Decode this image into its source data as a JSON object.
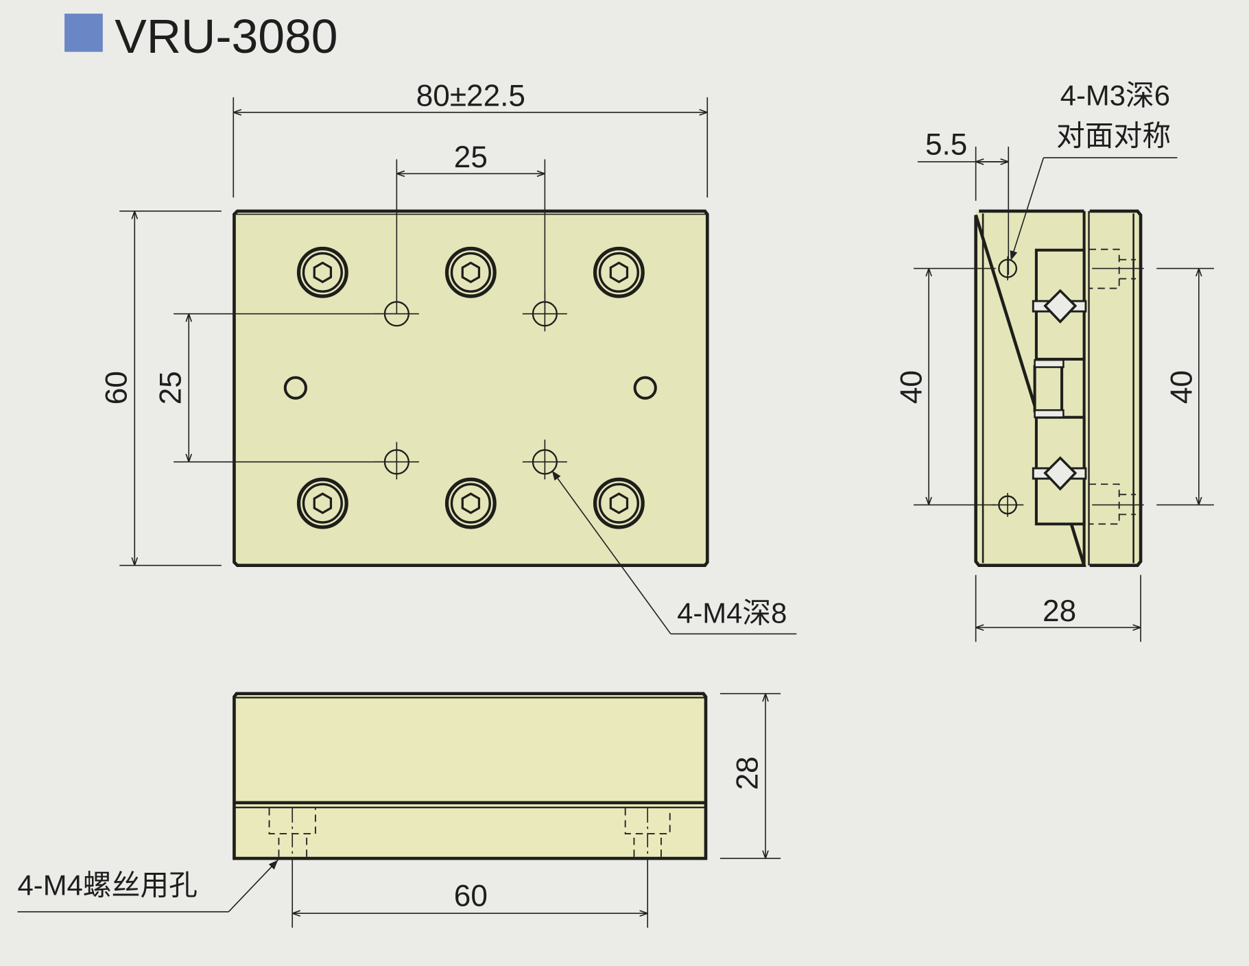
{
  "header": {
    "title": "VRU-3080",
    "marker_color": "#6A86C4"
  },
  "colors": {
    "background": "#EBEBE8",
    "part_face": "#E4E6BA",
    "part_face_light": "#E9E9BC",
    "line": "#1E1E1A"
  },
  "top_view": {
    "dim_width": "80±22.5",
    "dim_hole_pitch_x": "25",
    "dim_height": "60",
    "dim_hole_pitch_y": "25",
    "note_holes": "4-M4深8"
  },
  "side_view": {
    "dim_offset": "5.5",
    "note_line1": "4-M3深6",
    "note_line2": "对面对称",
    "dim_left_pitch": "40",
    "dim_right_pitch": "40",
    "dim_width": "28"
  },
  "front_view": {
    "dim_height": "28",
    "dim_pitch": "60",
    "note_holes": "4-M4螺丝用孔"
  }
}
